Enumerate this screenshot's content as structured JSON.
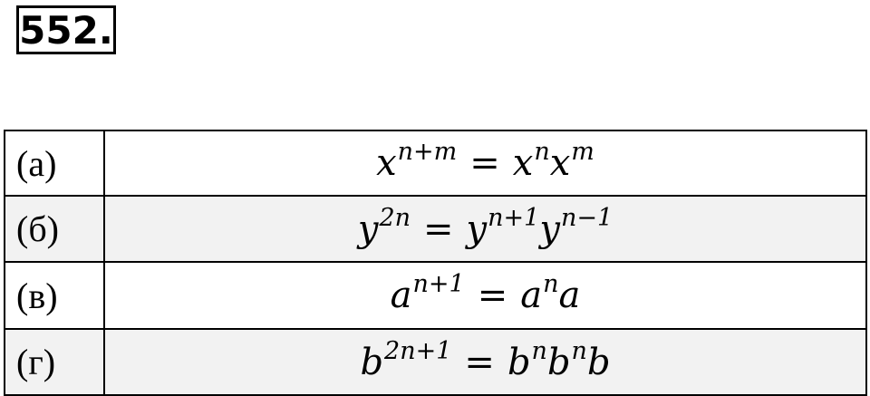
{
  "problem_number": "552.",
  "rows": [
    {
      "label": "(а)",
      "lhs": {
        "base": "x",
        "exp": "n+m"
      },
      "equals": "=",
      "rhs": [
        {
          "base": "x",
          "exp": "n"
        },
        {
          "base": "x",
          "exp": "m"
        }
      ]
    },
    {
      "label": "(б)",
      "lhs": {
        "base": "y",
        "exp": "2n"
      },
      "equals": "=",
      "rhs": [
        {
          "base": "y",
          "exp": "n+1"
        },
        {
          "base": "y",
          "exp": "n−1"
        }
      ]
    },
    {
      "label": "(в)",
      "lhs": {
        "base": "a",
        "exp": "n+1"
      },
      "equals": "=",
      "rhs": [
        {
          "base": "a",
          "exp": "n"
        },
        {
          "base": "a",
          "exp": ""
        }
      ]
    },
    {
      "label": "(г)",
      "lhs": {
        "base": "b",
        "exp": "2n+1"
      },
      "equals": "=",
      "rhs": [
        {
          "base": "b",
          "exp": "n"
        },
        {
          "base": "b",
          "exp": "n"
        },
        {
          "base": "b",
          "exp": ""
        }
      ]
    }
  ]
}
